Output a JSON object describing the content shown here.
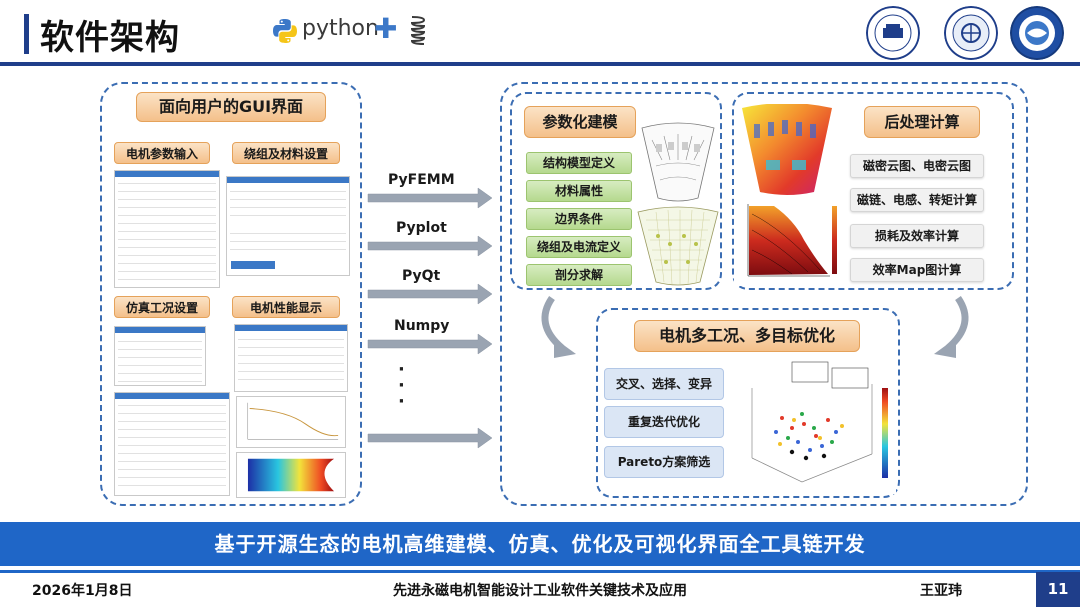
{
  "header": {
    "title": "软件架构",
    "python_text": "python",
    "plus": "✚"
  },
  "left_panel": {
    "title": "面向用户的GUI界面",
    "motor_param_input": "电机参数输入",
    "winding_material": "绕组及材料设置",
    "simulation_setup": "仿真工况设置",
    "motor_performance": "电机性能显示"
  },
  "connectors": {
    "labels": [
      "PyFEMM",
      "Pyplot",
      "PyQt",
      "Numpy"
    ],
    "dots": "·\n·\n·"
  },
  "param_modeling": {
    "title": "参数化建模",
    "items": [
      "结构模型定义",
      "材料属性",
      "边界条件",
      "绕组及电流定义",
      "剖分求解"
    ]
  },
  "post_processing": {
    "title": "后处理计算",
    "items": [
      "磁密云图、电密云图",
      "磁链、电感、转矩计算",
      "损耗及效率计算",
      "效率Map图计算"
    ]
  },
  "optimization": {
    "title": "电机多工况、多目标优化",
    "items": [
      "交叉、选择、变异",
      "重复迭代优化",
      "Pareto方案筛选"
    ]
  },
  "banner": "基于开源生态的电机高维建模、仿真、优化及可视化界面全工具链开发",
  "footer": {
    "date": "2026年1月8日",
    "title": "先进永磁电机智能设计工业软件关键技术及应用",
    "author": "王亚玮",
    "page": "11"
  },
  "colors": {
    "accent_dark": "#1f3e8a",
    "banner_blue": "#1f66c7",
    "dashed_border": "#3b6db3",
    "orange": "#f4c08a",
    "green": "#b5d98e"
  }
}
